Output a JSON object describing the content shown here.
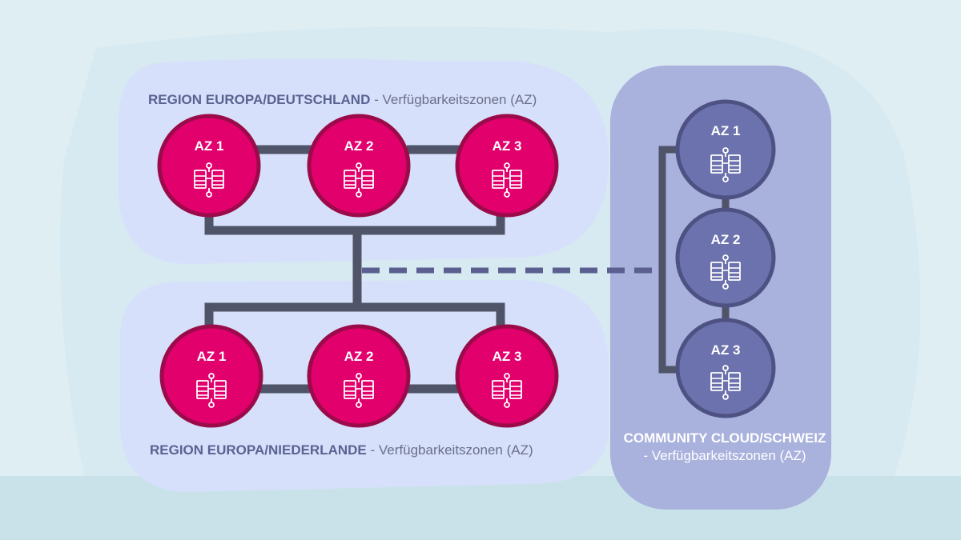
{
  "regions": {
    "de": {
      "title": "REGION EUROPA/DEUTSCHLAND",
      "subtitle": "- Verfügbarkeitszonen (AZ)",
      "zones": [
        "AZ 1",
        "AZ 2",
        "AZ 3"
      ]
    },
    "nl": {
      "title": "REGION EUROPA/NIEDERLANDE",
      "subtitle": "- Verfügbarkeitszonen (AZ)",
      "zones": [
        "AZ 1",
        "AZ 2",
        "AZ 3"
      ]
    },
    "ch": {
      "title": "COMMUNITY CLOUD/SCHWEIZ",
      "subtitle": "- Verfügbarkeitszonen (AZ)",
      "zones": [
        "AZ 1",
        "AZ 2",
        "AZ 3"
      ]
    }
  },
  "colors": {
    "magenta_node": "#e2006d",
    "magenta_ring": "#9b0b4a",
    "violet_node": "#6c72ad",
    "violet_ring": "#4d5283",
    "connector": "#4f5468",
    "region_fill": "#d6e0fb",
    "community_fill": "#a9b1dd"
  }
}
